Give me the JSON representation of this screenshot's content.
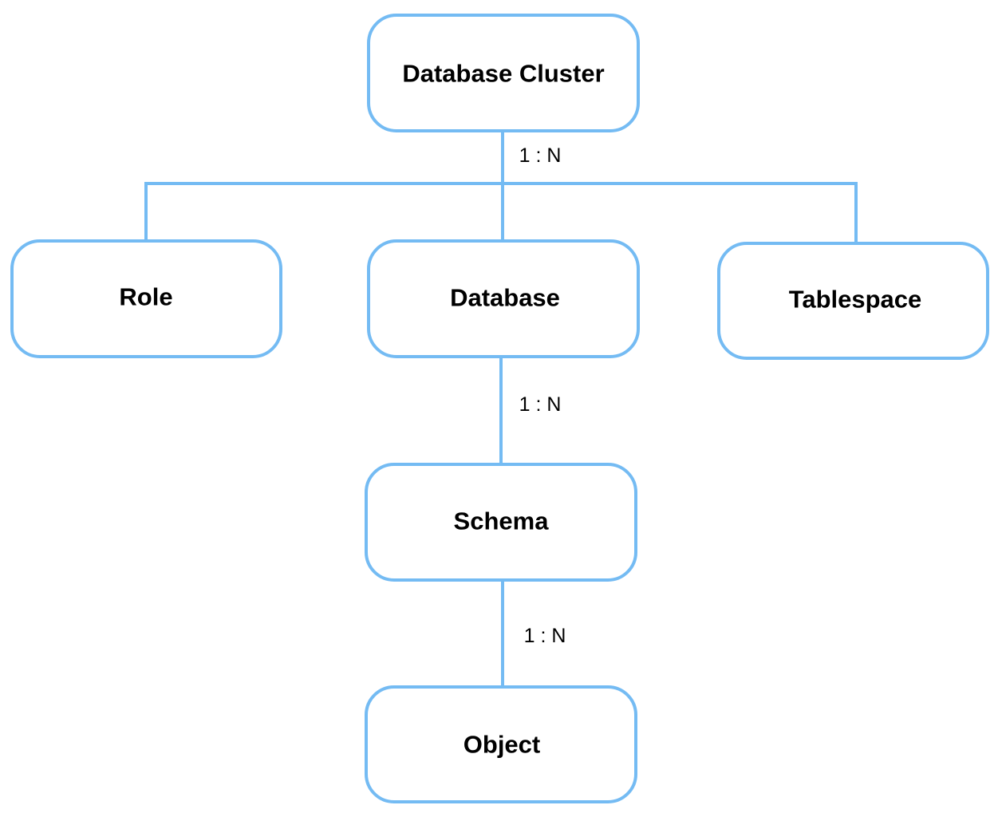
{
  "colors": {
    "stroke": "#74bbf3",
    "fill": "#ffffff",
    "text": "#000000"
  },
  "nodes": {
    "cluster": "Database Cluster",
    "role": "Role",
    "database": "Database",
    "tablespace": "Tablespace",
    "schema": "Schema",
    "object": "Object"
  },
  "relations": {
    "cluster_children": "1 : N",
    "database_schema": "1 : N",
    "schema_object": "1 : N"
  }
}
